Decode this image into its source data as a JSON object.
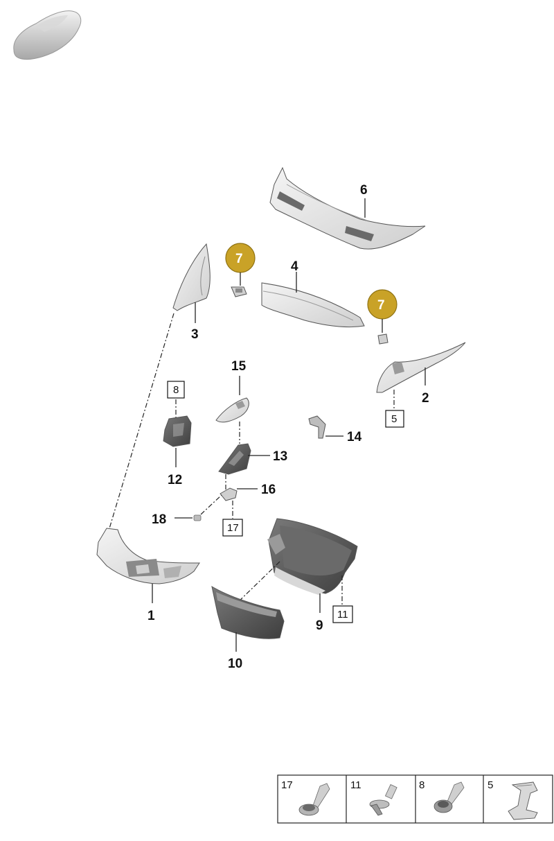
{
  "callouts": {
    "c1": "1",
    "c2": "2",
    "c3": "3",
    "c4": "4",
    "c6": "6",
    "c7a": "7",
    "c7b": "7",
    "c9": "9",
    "c10": "10",
    "c12": "12",
    "c13": "13",
    "c14": "14",
    "c15": "15",
    "c16": "16",
    "c18": "18"
  },
  "boxed_refs": {
    "b8": "8",
    "b5": "5",
    "b17": "17",
    "b11": "11"
  },
  "legend": {
    "cells": [
      {
        "label": "17",
        "icon": "screw-flanged-icon"
      },
      {
        "label": "11",
        "icon": "expanding-rivet-icon"
      },
      {
        "label": "8",
        "icon": "screw-pan-head-icon"
      },
      {
        "label": "5",
        "icon": "spring-clip-icon"
      }
    ]
  },
  "colors": {
    "badge_fill": "#C9A227",
    "part_light": "#e4e4e4",
    "part_dark": "#5a5a5a"
  }
}
